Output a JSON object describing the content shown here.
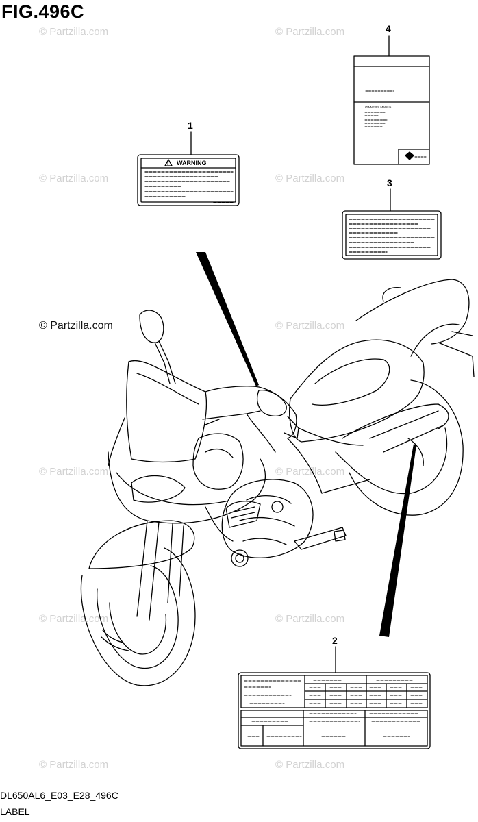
{
  "figure": {
    "title": "FIG.496C",
    "code": "DL650AL6_E03_E28_496C",
    "caption": "LABEL"
  },
  "watermark": {
    "text": "© Partzilla.com"
  },
  "parts": [
    {
      "ref": "1",
      "name": "warning-label",
      "heading": "WARNING"
    },
    {
      "ref": "2",
      "name": "information-label"
    },
    {
      "ref": "3",
      "name": "caution-label"
    },
    {
      "ref": "4",
      "name": "owners-manual",
      "heading": "OWNER'S MANUAL"
    }
  ]
}
